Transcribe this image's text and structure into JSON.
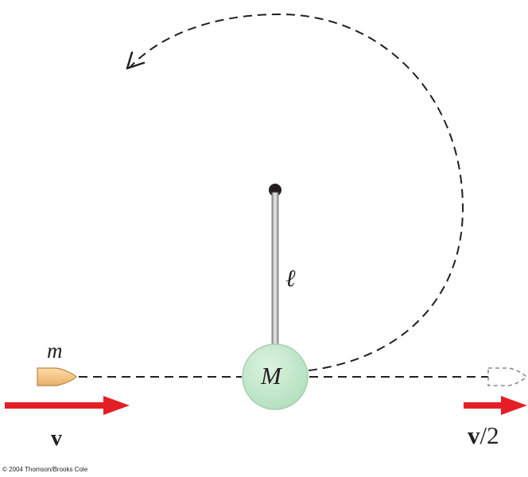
{
  "labels": {
    "projectile_mass": "m",
    "bob_mass": "M",
    "rod_length": "ℓ",
    "initial_velocity": "v",
    "final_velocity_symbol": "v",
    "final_velocity_suffix": "/2"
  },
  "copyright": "© 2004 Thomson/Brooks Cole",
  "colors": {
    "velocity_arrow": "#e31e25",
    "bob_fill": "#bfe6c8",
    "bullet_fill": "#f5c78c",
    "path": "#231f20"
  }
}
